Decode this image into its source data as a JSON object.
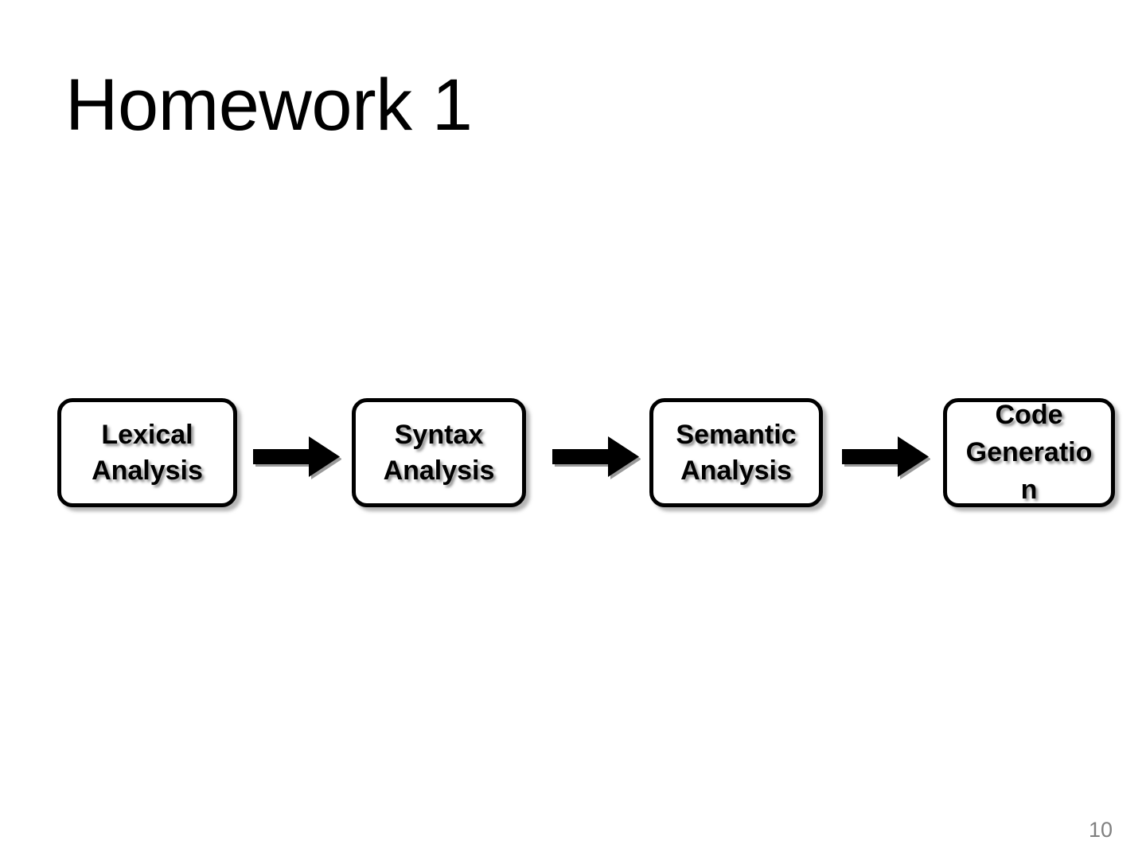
{
  "slide": {
    "title": "Homework 1",
    "page_number": "10",
    "background_color": "#ffffff",
    "text_color": "#000000",
    "page_number_color": "#808080",
    "arrow_color": "#000000",
    "shadow_color": "#808080"
  },
  "diagram": {
    "type": "flow",
    "orientation": "left-to-right",
    "nodes": [
      {
        "id": "lexical",
        "label": "Lexical\nAnalysis"
      },
      {
        "id": "syntax",
        "label": "Syntax\nAnalysis"
      },
      {
        "id": "semantic",
        "label": "Semantic\nAnalysis"
      },
      {
        "id": "codegen",
        "label": "Code\nGeneratio\nn"
      }
    ],
    "arrows": [
      {
        "id": "arrow-1",
        "from": "lexical",
        "to": "syntax",
        "glyph": "block-arrow-right"
      },
      {
        "id": "arrow-2",
        "from": "syntax",
        "to": "semantic",
        "glyph": "block-arrow-right"
      },
      {
        "id": "arrow-3",
        "from": "semantic",
        "to": "codegen",
        "glyph": "block-arrow-right"
      }
    ]
  }
}
